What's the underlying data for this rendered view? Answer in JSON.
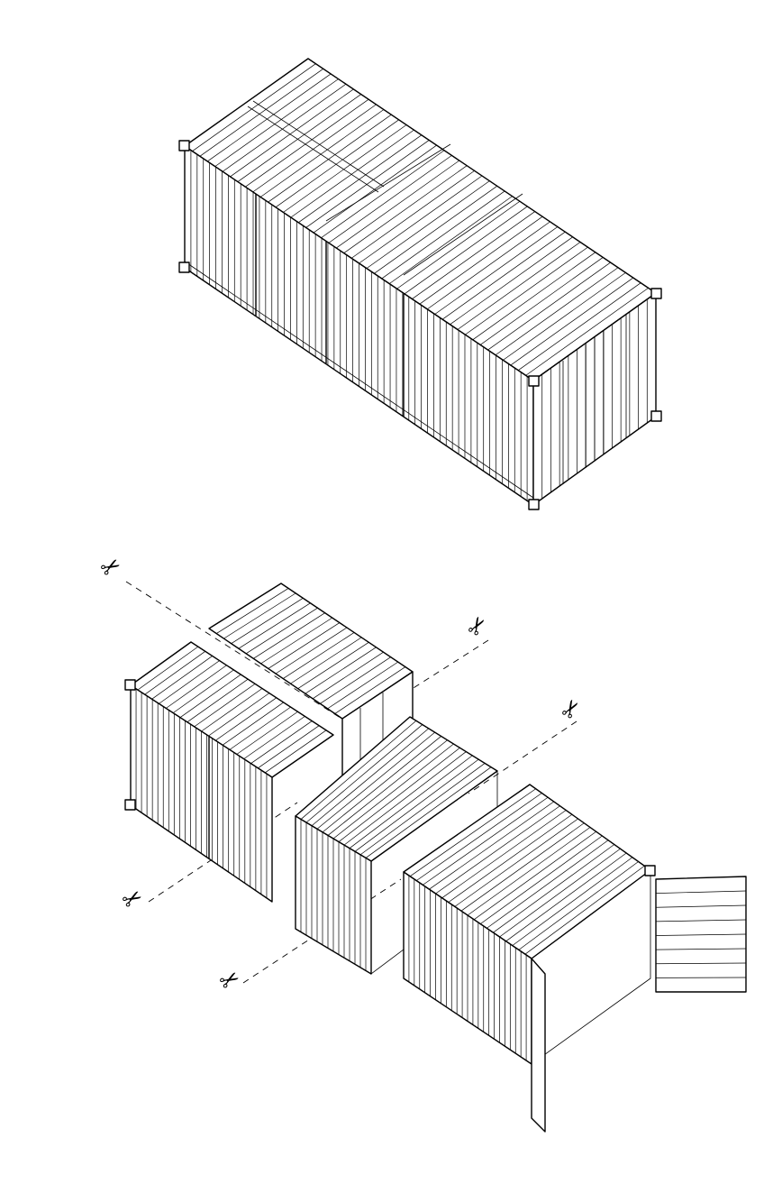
{
  "figure": {
    "top_view": "intact-shipping-container",
    "bottom_view": "container-cut-into-modules",
    "cut_line_count": 5
  },
  "icons": {
    "scissors_glyph": "✂",
    "scissors_name": "scissors-icon"
  },
  "colors": {
    "line": "#000000",
    "background": "#ffffff"
  }
}
